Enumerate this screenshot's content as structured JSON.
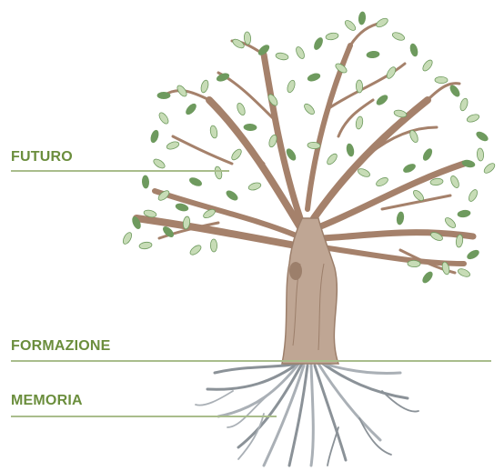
{
  "labels": {
    "futuro": "FUTURO",
    "formazione": "FORMAZIONE",
    "memoria": "MEMORIA"
  },
  "colors": {
    "label_green": "#6b8e3d",
    "line_green": "#a9bd8c",
    "trunk": "#bfa694",
    "trunk_shadow": "#9c7f6b",
    "branch": "#a5816b",
    "leaf_light": "#c7dcb6",
    "leaf_dark": "#6e9a5e",
    "root": "#aab0b6",
    "root_dark": "#8b9298"
  },
  "icons": {
    "tree": "tree-illustration"
  }
}
